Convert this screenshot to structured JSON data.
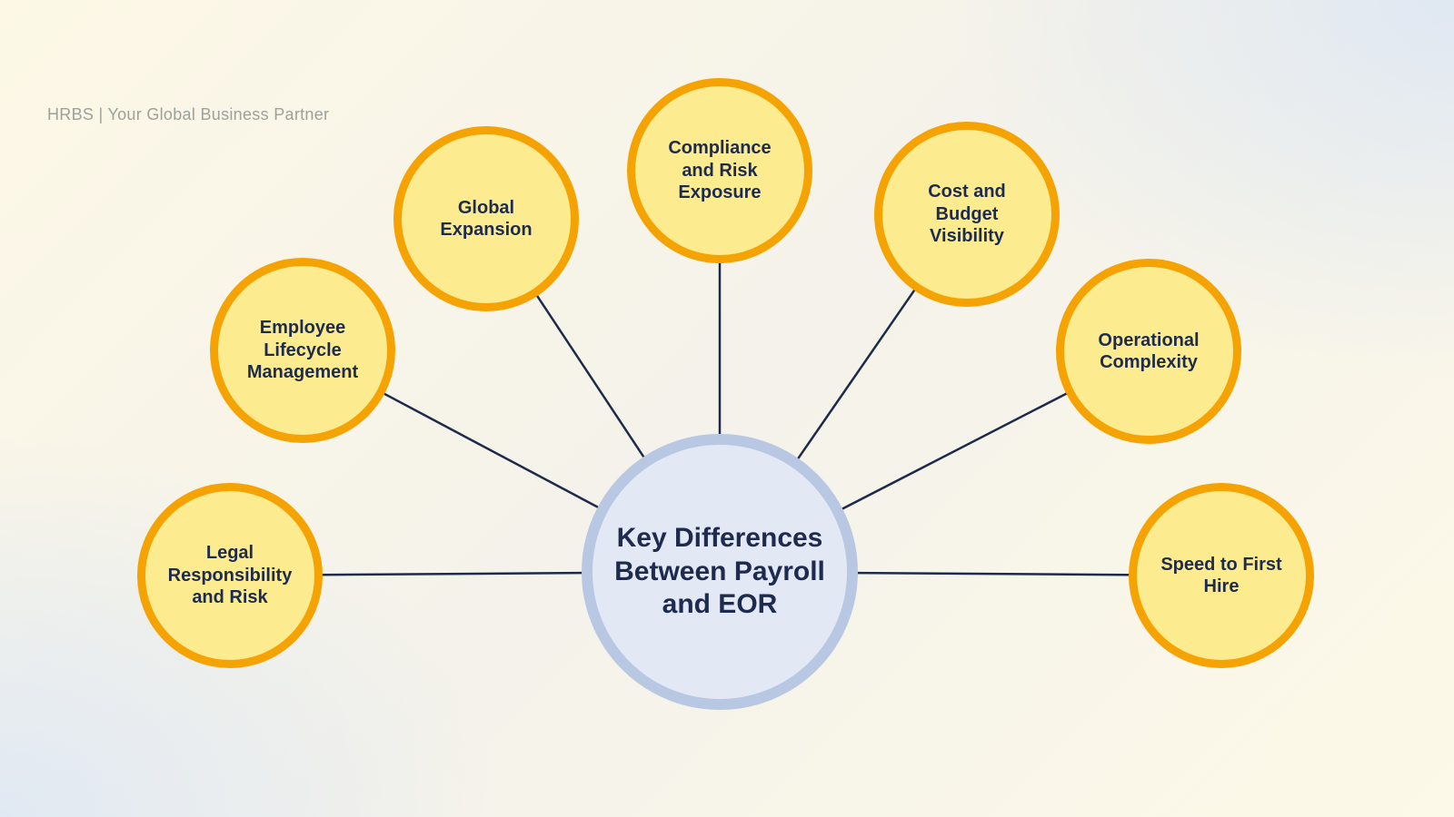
{
  "brand": {
    "text": "HRBS | Your Global Business Partner"
  },
  "diagram": {
    "title": "Key Differences Between Payroll and EOR",
    "type": "radial-spoke-diagram",
    "center": {
      "label": "Key Differences\nBetween Payroll\nand EOR"
    },
    "nodes": [
      {
        "id": "legal-responsibility-and-risk",
        "label": "Legal\nResponsibility\nand Risk"
      },
      {
        "id": "employee-lifecycle-management",
        "label": "Employee\nLifecycle\nManagement"
      },
      {
        "id": "global-expansion",
        "label": "Global\nExpansion"
      },
      {
        "id": "compliance-and-risk-exposure",
        "label": "Compliance\nand Risk\nExposure"
      },
      {
        "id": "cost-and-budget-visibility",
        "label": "Cost and\nBudget\nVisibility"
      },
      {
        "id": "operational-complexity",
        "label": "Operational\nComplexity"
      },
      {
        "id": "speed-to-first-hire",
        "label": "Speed to First\nHire"
      }
    ],
    "colors": {
      "node_fill": "#FDEB90",
      "node_border": "#F5A303",
      "center_fill": "#E3E9F4",
      "center_border": "#B9C8E2",
      "label_text": "#1D2B4F",
      "connector": "#1D2B4A",
      "brand_text": "#9BA19B"
    }
  }
}
